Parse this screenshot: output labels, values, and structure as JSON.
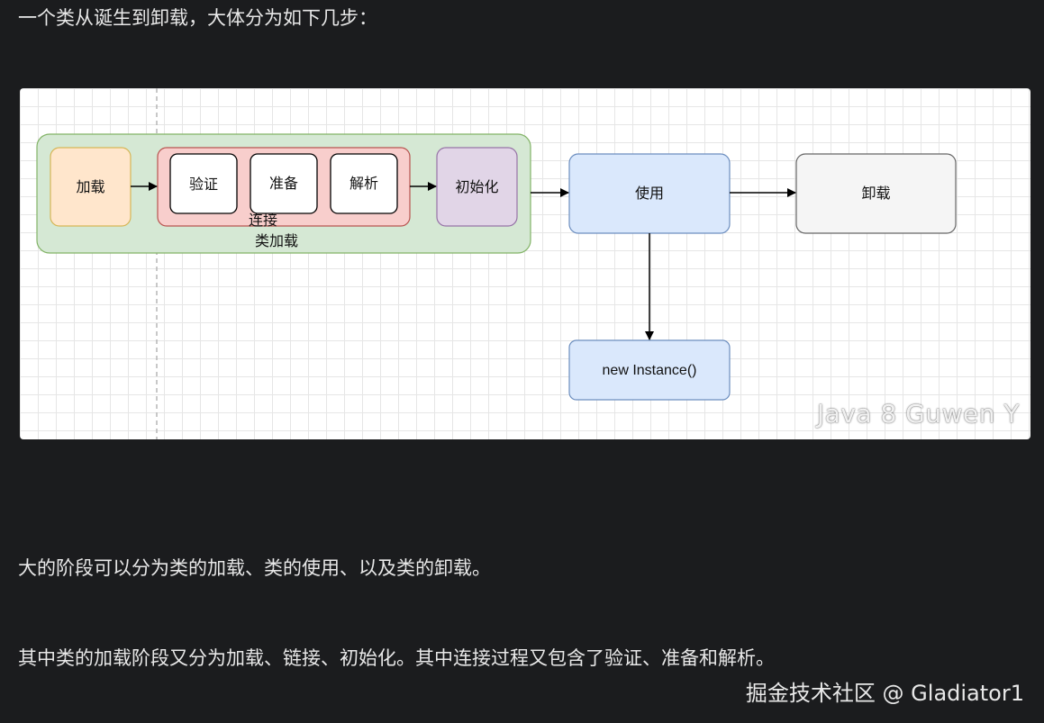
{
  "article": {
    "intro": "一个类从诞生到卸载，大体分为如下几步：",
    "para1": "大的阶段可以分为类的加载、类的使用、以及类的卸载。",
    "para2": "其中类的加载阶段又分为加载、链接、初始化。其中连接过程又包含了验证、准备和解析。"
  },
  "diagram": {
    "nodes": {
      "load": "加载",
      "verify": "验证",
      "prepare": "准备",
      "resolve": "解析",
      "link_group": "连接",
      "init": "初始化",
      "class_loading_group": "类加载",
      "use": "使用",
      "unload": "卸载",
      "new_instance": "new Instance()"
    },
    "image_watermark": "Java 8 Guwen Y",
    "colors": {
      "class_loading_fill": "#d5e8d4",
      "class_loading_stroke": "#82b366",
      "load_fill": "#ffe6cc",
      "load_stroke": "#d6b656",
      "link_fill": "#f8cecc",
      "link_stroke": "#b85450",
      "init_fill": "#e1d5e7",
      "init_stroke": "#9673a6",
      "use_fill": "#dae8fc",
      "use_stroke": "#6c8ebf",
      "unload_fill": "#f5f5f5",
      "unload_stroke": "#666666"
    }
  },
  "site_watermark": "掘金技术社区 @ Gladiator1"
}
